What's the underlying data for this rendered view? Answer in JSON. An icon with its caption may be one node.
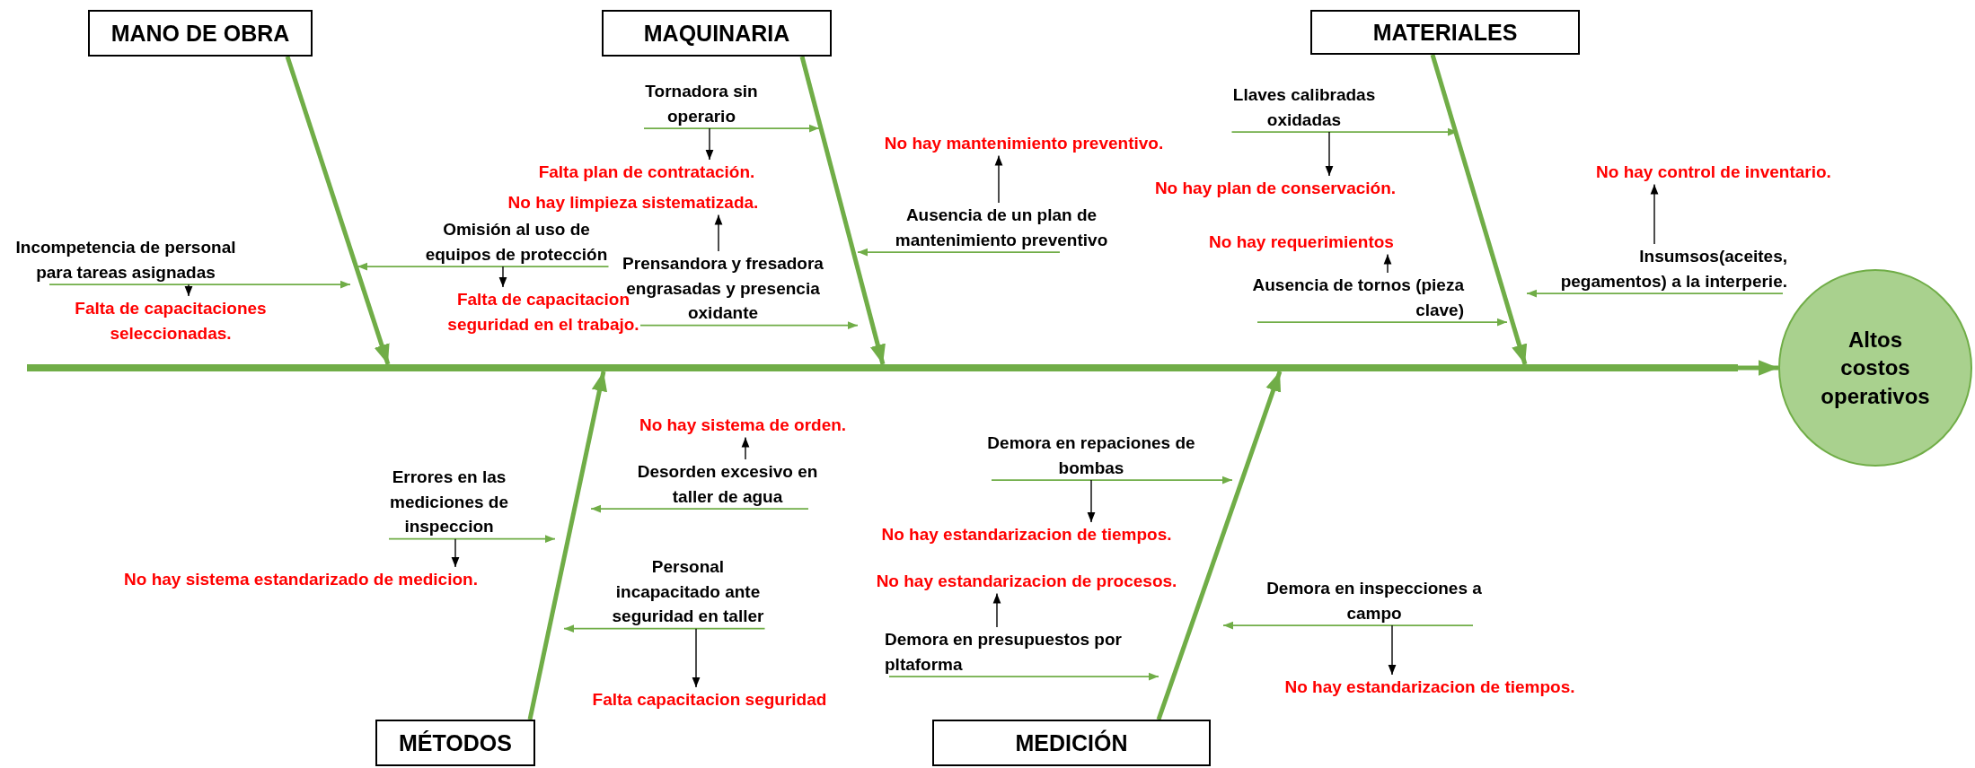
{
  "diagram": {
    "nodes": [
      {
        "text": [
          "MANO DE OBRA"
        ]
      },
      {
        "text": [
          "MAQUINARIA"
        ]
      },
      {
        "text": [
          "MATERIALES"
        ]
      },
      {
        "text": [
          "MÉTODOS"
        ]
      },
      {
        "text": [
          "MEDICIÓN"
        ]
      },
      {
        "text": [
          "Altos costos operativos"
        ]
      },
      {
        "text": [
          "Incompetencia de personal para tareas asignadas"
        ]
      },
      {
        "text": [
          "Falta de capacitaciones seleccionadas."
        ]
      },
      {
        "text": [
          "Omisión al uso de equipos de protección"
        ]
      },
      {
        "text": [
          "Falta de capacitacion seguridad en el trabajo."
        ]
      },
      {
        "text": [
          "Tornadora sin operario"
        ]
      },
      {
        "text": [
          "Falta plan de contratación."
        ]
      },
      {
        "text": [
          "Prensandora y fresadora engrasadas y presencia oxidante"
        ]
      },
      {
        "text": [
          "No hay limpieza sistematizada."
        ]
      },
      {
        "text": [
          "Ausencia de un plan de mantenimiento preventivo"
        ]
      },
      {
        "text": [
          "No hay mantenimiento preventivo."
        ]
      },
      {
        "text": [
          "Llaves calibradas oxidadas"
        ]
      },
      {
        "text": [
          "No hay plan de conservación."
        ]
      },
      {
        "text": [
          "Ausencia de tornos (pieza clave)"
        ]
      },
      {
        "text": [
          "No hay requerimientos"
        ]
      },
      {
        "text": [
          "Insumsos(aceites, pegamentos) a la interperie."
        ]
      },
      {
        "text": [
          "No hay control de inventario."
        ]
      },
      {
        "text": [
          "Errores en las mediciones de inspeccion"
        ]
      },
      {
        "text": [
          "No hay sistema estandarizado de medicion."
        ]
      },
      {
        "text": [
          "Desorden excesivo en taller de agua"
        ]
      },
      {
        "text": [
          "No hay sistema de orden."
        ]
      },
      {
        "text": [
          "Personal incapacitado ante seguridad en taller"
        ]
      },
      {
        "text": [
          "Falta capacitacion seguridad"
        ]
      },
      {
        "text": [
          "Demora en repaciones de bombas"
        ]
      },
      {
        "text": [
          "No hay estandarizacion de tiempos."
        ]
      },
      {
        "text": [
          "Demora en presupuestos por pltaforma"
        ]
      },
      {
        "text": [
          "No hay estandarizacion de procesos."
        ]
      },
      {
        "text": [
          "Demora en inspecciones a campo"
        ]
      },
      {
        "text": [
          "No hay estandarizacion de tiempos."
        ]
      },
      {
        "text": [],
        "shape": "bar"
      }
    ],
    "edges": [
      {
        "from": 34,
        "to": 5,
        "arrow": "to",
        "style": "thick"
      },
      {
        "from": 0,
        "to": 34,
        "arrow": "to",
        "style": "thick"
      },
      {
        "from": 1,
        "to": 34,
        "arrow": "to",
        "style": "thick"
      },
      {
        "from": 2,
        "to": 34,
        "arrow": "to",
        "style": "thick"
      },
      {
        "from": 3,
        "to": 34,
        "arrow": "to",
        "style": "thick"
      },
      {
        "from": 4,
        "to": 34,
        "arrow": "to",
        "style": "thick"
      },
      {
        "from": 6,
        "to": null,
        "arrow": "to"
      },
      {
        "from": 6,
        "to": 7,
        "arrow": "to",
        "color": "#000000"
      },
      {
        "from": 8,
        "to": null,
        "arrow": "to"
      },
      {
        "from": 8,
        "to": 9,
        "arrow": "to",
        "color": "#000000"
      },
      {
        "from": 10,
        "to": null,
        "arrow": "to"
      },
      {
        "from": 10,
        "to": 11,
        "arrow": "to",
        "color": "#000000"
      },
      {
        "from": 12,
        "to": null,
        "arrow": "to"
      },
      {
        "from": 12,
        "to": 13,
        "arrow": "to",
        "color": "#000000"
      },
      {
        "from": 14,
        "to": null,
        "arrow": "to"
      },
      {
        "from": 14,
        "to": 15,
        "arrow": "to",
        "color": "#000000"
      },
      {
        "from": 16,
        "to": null,
        "arrow": "to"
      },
      {
        "from": 16,
        "to": 17,
        "arrow": "to",
        "color": "#000000"
      },
      {
        "from": 18,
        "to": null,
        "arrow": "to"
      },
      {
        "from": 18,
        "to": 19,
        "arrow": "to",
        "color": "#000000"
      },
      {
        "from": 20,
        "to": null,
        "arrow": "to"
      },
      {
        "from": 20,
        "to": 21,
        "arrow": "to",
        "color": "#000000"
      },
      {
        "from": 22,
        "to": null,
        "arrow": "to"
      },
      {
        "from": 22,
        "to": 23,
        "arrow": "to",
        "color": "#000000"
      },
      {
        "from": 24,
        "to": null,
        "arrow": "to"
      },
      {
        "from": 24,
        "to": 25,
        "arrow": "to",
        "color": "#000000"
      },
      {
        "from": 26,
        "to": null,
        "arrow": "to"
      },
      {
        "from": 26,
        "to": 27,
        "arrow": "to",
        "color": "#000000"
      },
      {
        "from": 28,
        "to": null,
        "arrow": "to"
      },
      {
        "from": 28,
        "to": 29,
        "arrow": "to",
        "color": "#000000"
      },
      {
        "from": 30,
        "to": null,
        "arrow": "to"
      },
      {
        "from": 30,
        "to": 31,
        "arrow": "to",
        "color": "#000000"
      },
      {
        "from": 32,
        "to": null,
        "arrow": "to"
      },
      {
        "from": 32,
        "to": 33,
        "arrow": "to",
        "color": "#000000"
      }
    ]
  }
}
